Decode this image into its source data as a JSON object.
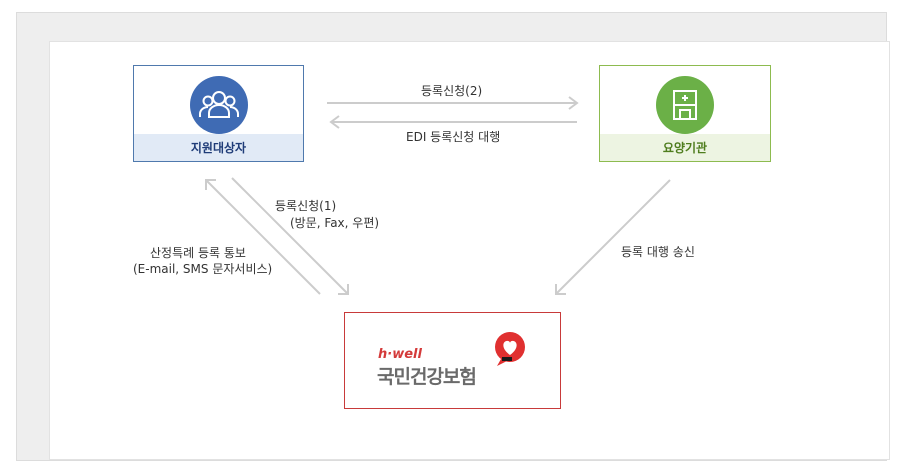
{
  "nodes": {
    "support": {
      "label": "지원대상자",
      "icon": "people-icon",
      "color": "#3f6bb4"
    },
    "care": {
      "label": "요양기관",
      "icon": "hospital-building-icon",
      "color": "#6bb047"
    },
    "nhis": {
      "brand": "h·well",
      "name": "국민건강보험",
      "icon": "speech-heart-logo",
      "color": "#d43a3a"
    }
  },
  "edges": {
    "reg2": "등록신청(2)",
    "edi": "EDI 등록신청 대행",
    "reg1_line1": "등록신청(1)",
    "reg1_line2": "(방문, Fax, 우편)",
    "notify_line1": "산정특례 등록 통보",
    "notify_line2": "(E-mail, SMS 문자서비스)",
    "proxy": "등록 대행 송신"
  }
}
